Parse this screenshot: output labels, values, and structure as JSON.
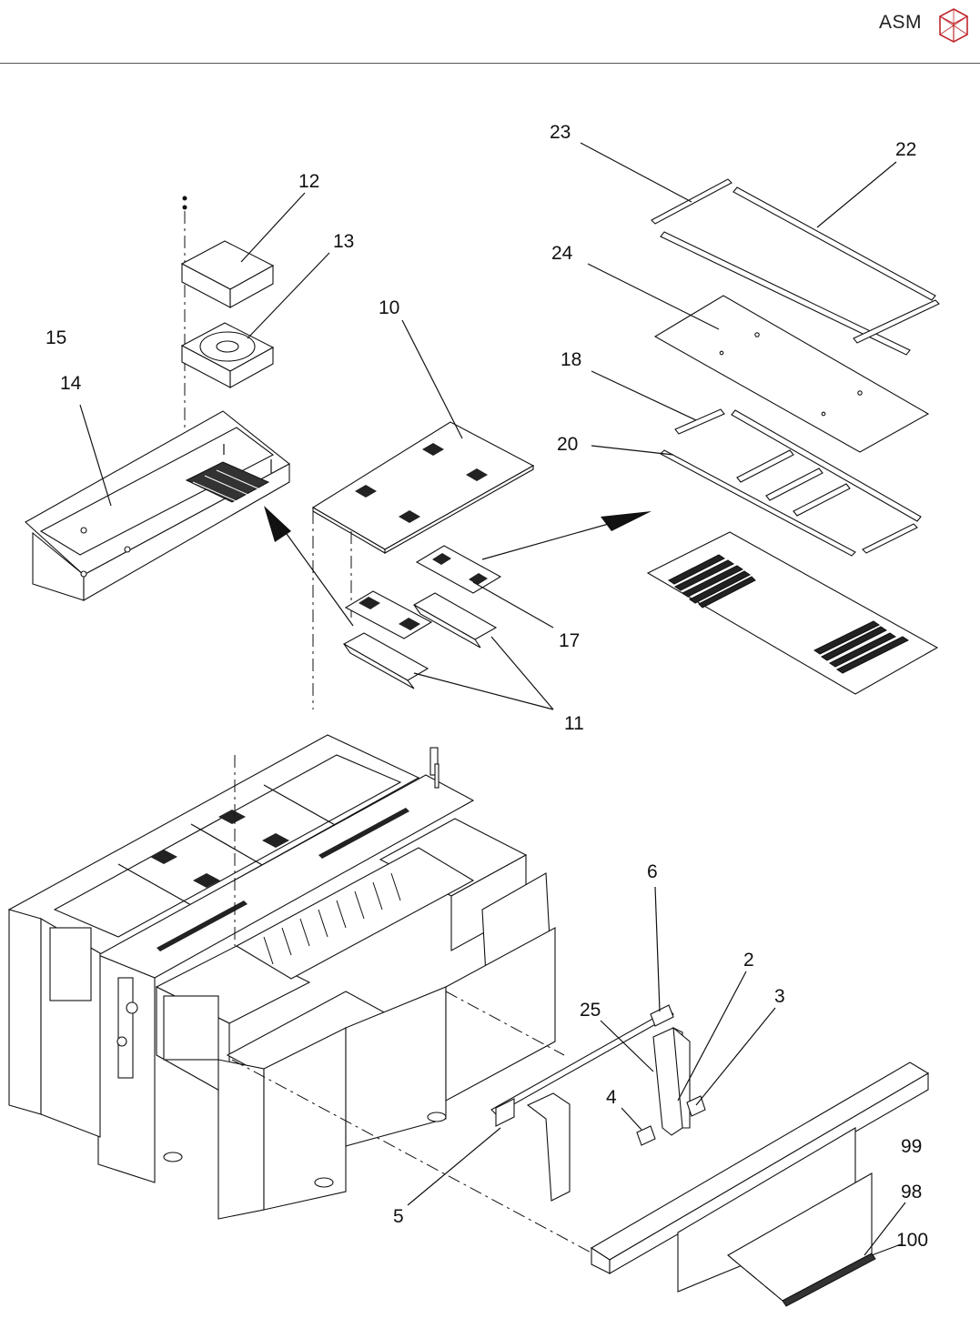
{
  "header": {
    "brand": "ASM",
    "logo_icon": "asm-cube-logo-icon",
    "logo_color": "#c0282d"
  },
  "callouts": {
    "c23": "23",
    "c22": "22",
    "c24": "24",
    "c18": "18",
    "c20": "20",
    "c12": "12",
    "c13": "13",
    "c10": "10",
    "c15": "15",
    "c14": "14",
    "c17": "17",
    "c11": "11",
    "c6": "6",
    "c2": "2",
    "c3": "3",
    "c25": "25",
    "c4": "4",
    "c5": "5",
    "c99": "99",
    "c98": "98",
    "c100": "100"
  }
}
